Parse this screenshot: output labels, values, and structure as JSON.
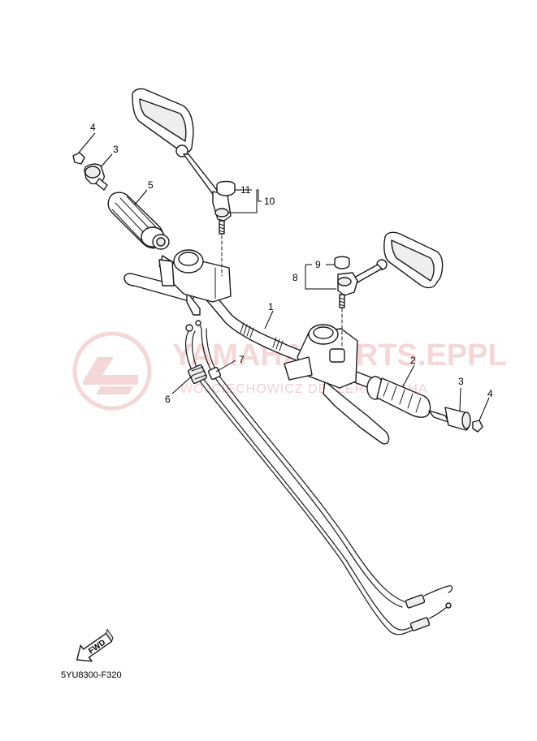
{
  "diagram_code": "5YU8300-F320",
  "fwd_label": "FWD",
  "watermark": {
    "brand": "YAMAHA-PARTS.EPPL",
    "dealer": "WOJCIECHOWICZ DEALER YAMAHA",
    "color": "#e9a8a8"
  },
  "callouts": {
    "p1": "1",
    "p2": "2",
    "p3_left": "3",
    "p3_right": "3",
    "p4_left": "4",
    "p4_right": "4",
    "p5": "5",
    "p6": "6",
    "p7": "7",
    "p8": "8",
    "p9": "9",
    "p10": "10",
    "p11": "11"
  }
}
